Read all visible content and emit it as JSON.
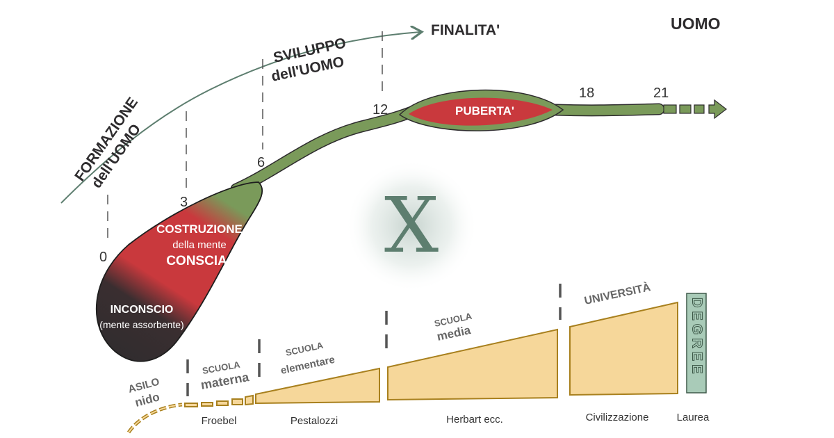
{
  "top_labels": {
    "formazione_1": "FORMAZIONE",
    "formazione_2": "dell'UOMO",
    "sviluppo_1": "SVILUPPO",
    "sviluppo_2": "dell'UOMO",
    "finalita": "FINALITA'",
    "uomo": "UOMO"
  },
  "ages": [
    "0",
    "3",
    "6",
    "12",
    "18",
    "21"
  ],
  "blob": {
    "costruzione_1": "COSTRUZIONE",
    "costruzione_2": "della mente",
    "costruzione_3": "CONSCIA",
    "inconscio_1": "INCONSCIO",
    "inconscio_2": "(mente assorbente)",
    "puberta": "PUBERTA'",
    "center_symbol": "X"
  },
  "schools": [
    {
      "line1": "ASILO",
      "line2": "nido",
      "person": ""
    },
    {
      "line1": "SCUOLA",
      "line2": "materna",
      "person": "Froebel"
    },
    {
      "line1": "SCUOLA",
      "line2": "elementare",
      "person": "Pestalozzi"
    },
    {
      "line1": "SCUOLA",
      "line2": "media",
      "person": "Herbart ecc."
    },
    {
      "line1": "UNIVERSITÀ",
      "line2": "",
      "person": "Civilizzazione"
    },
    {
      "line1": "DEGREE",
      "line2": "",
      "person": "Laurea"
    }
  ],
  "colors": {
    "green": "#7a9a5a",
    "green_dark": "#3f5a2e",
    "red": "#c9393d",
    "black": "#2e2c2e",
    "tan": "#f6d79a",
    "tan_stroke": "#a8801e",
    "arrow": "#5d7e6f",
    "degree": "#a9cbb8",
    "gray": "#555"
  }
}
